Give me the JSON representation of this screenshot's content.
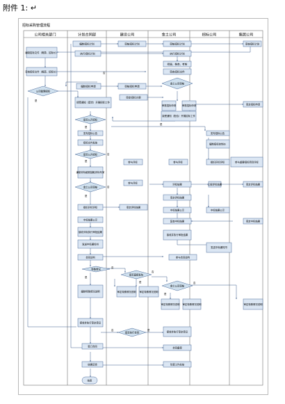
{
  "header": {
    "attachment_label": "附件 1: ↵"
  },
  "diagram": {
    "title": "招标采购管理流程",
    "lanes": [
      "公司相关部门",
      "计划合同部",
      "建设公司",
      "金土公司",
      "招标公司",
      "集团公司"
    ],
    "nodes": {
      "n1": "编制招标计划",
      "n2": "审核招标计划",
      "n3": "审核招标计划",
      "n4": "审核招标计划",
      "n5": "编制招标文件（概算、招标价）",
      "n6": "执行招标计划",
      "n7": "执行招标计划",
      "n8": "批量、核查、考核",
      "n9": "审查招标文件（概算、招标价）",
      "n10": "审查招标文件",
      "n11": "编制招标申请",
      "n12": "审核招标申请",
      "n13": "金土公司审核",
      "n14": "公司管理招标",
      "n15": "接受通知（配合）开展招标工作",
      "n16": "审定招标方案",
      "n17": "审核招标申请",
      "n18": "审核招标申请",
      "n19": "审定招标申请",
      "n20": "接受通知（配合）开展招标工作",
      "n21": "是否公开招标",
      "n22": "发布招标公告",
      "n23": "发布招标公告",
      "n24": "招标文件发放",
      "n25": "编制招标控制价",
      "n26": "是否公开招标",
      "n27": "编制评标细则抽取评标专家",
      "n28": "参与评标",
      "n29": "参与评标",
      "n30": "组织开标评标",
      "n31": "参与重要招标项目评标",
      "n32": "金土公司审核",
      "n33": "参与评标",
      "n34": "评标结果",
      "n35": "上报评标结果",
      "n36": "审定评标结果",
      "n37": "组织开标评标",
      "n38": "审定评标结果",
      "n39": "审定评标结果",
      "n40": "中标结果公示",
      "n41": "中标结果公示",
      "n42": "中标结果公示",
      "n43": "审定中标结果",
      "n44": "复查中标结果",
      "n45": "接收评标执行审批结果",
      "n46": "接收并执行审批结果",
      "n47": "发送中标通知书",
      "n48": "发送中标通知书",
      "n49": "合同谈判",
      "n50": "参与合同谈判",
      "n51": "特殊情况",
      "n52": "是否直接发包",
      "n53": "金土公司审核",
      "n54": "编制特殊情况说明",
      "n55": "审定特殊情况说明",
      "n56": "审定特殊情况说明",
      "n57": "审定特殊情况说明",
      "n58": "审定特殊情况说明",
      "n59": "审定特殊情况说明",
      "n60": "接收并执行审定意见",
      "n61": "是否执行合同",
      "n62": "接收并执行审定意见",
      "n63": "签订合同",
      "n64": "合同备案",
      "n65": "结果反馈",
      "n66": "年度工作总结",
      "n67": "结束"
    },
    "edge_labels": {
      "yes": "是",
      "no": "否"
    }
  }
}
